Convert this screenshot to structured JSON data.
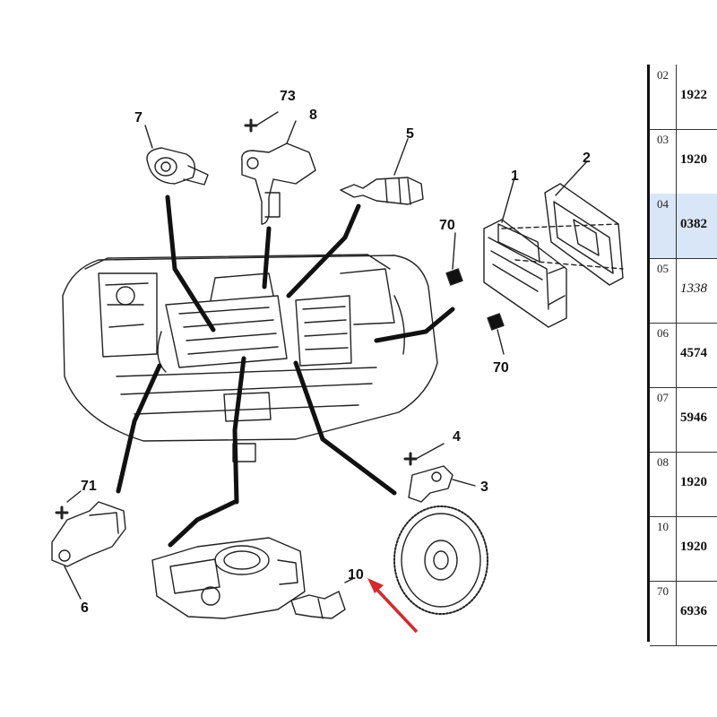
{
  "diagram": {
    "callouts": [
      "7",
      "73",
      "8",
      "5",
      "2",
      "1",
      "70",
      "70",
      "4",
      "3",
      "71",
      "6",
      "10"
    ]
  },
  "table": {
    "rows": [
      {
        "index": "02",
        "ref": "1922",
        "highlight": false,
        "italic": false
      },
      {
        "index": "03",
        "ref": "1920",
        "highlight": false,
        "italic": false
      },
      {
        "index": "04",
        "ref": "0382",
        "highlight": true,
        "italic": false
      },
      {
        "index": "05",
        "ref": "1338",
        "highlight": false,
        "italic": true
      },
      {
        "index": "06",
        "ref": "4574",
        "highlight": false,
        "italic": false
      },
      {
        "index": "07",
        "ref": "5946",
        "highlight": false,
        "italic": false
      },
      {
        "index": "08",
        "ref": "1920",
        "highlight": false,
        "italic": false
      },
      {
        "index": "10",
        "ref": "1920",
        "highlight": false,
        "italic": false
      },
      {
        "index": "70",
        "ref": "6936",
        "highlight": false,
        "italic": false
      }
    ]
  },
  "colors": {
    "highlight_row": "#d9e6f7",
    "pointer_arrow": "#d62a2a"
  }
}
